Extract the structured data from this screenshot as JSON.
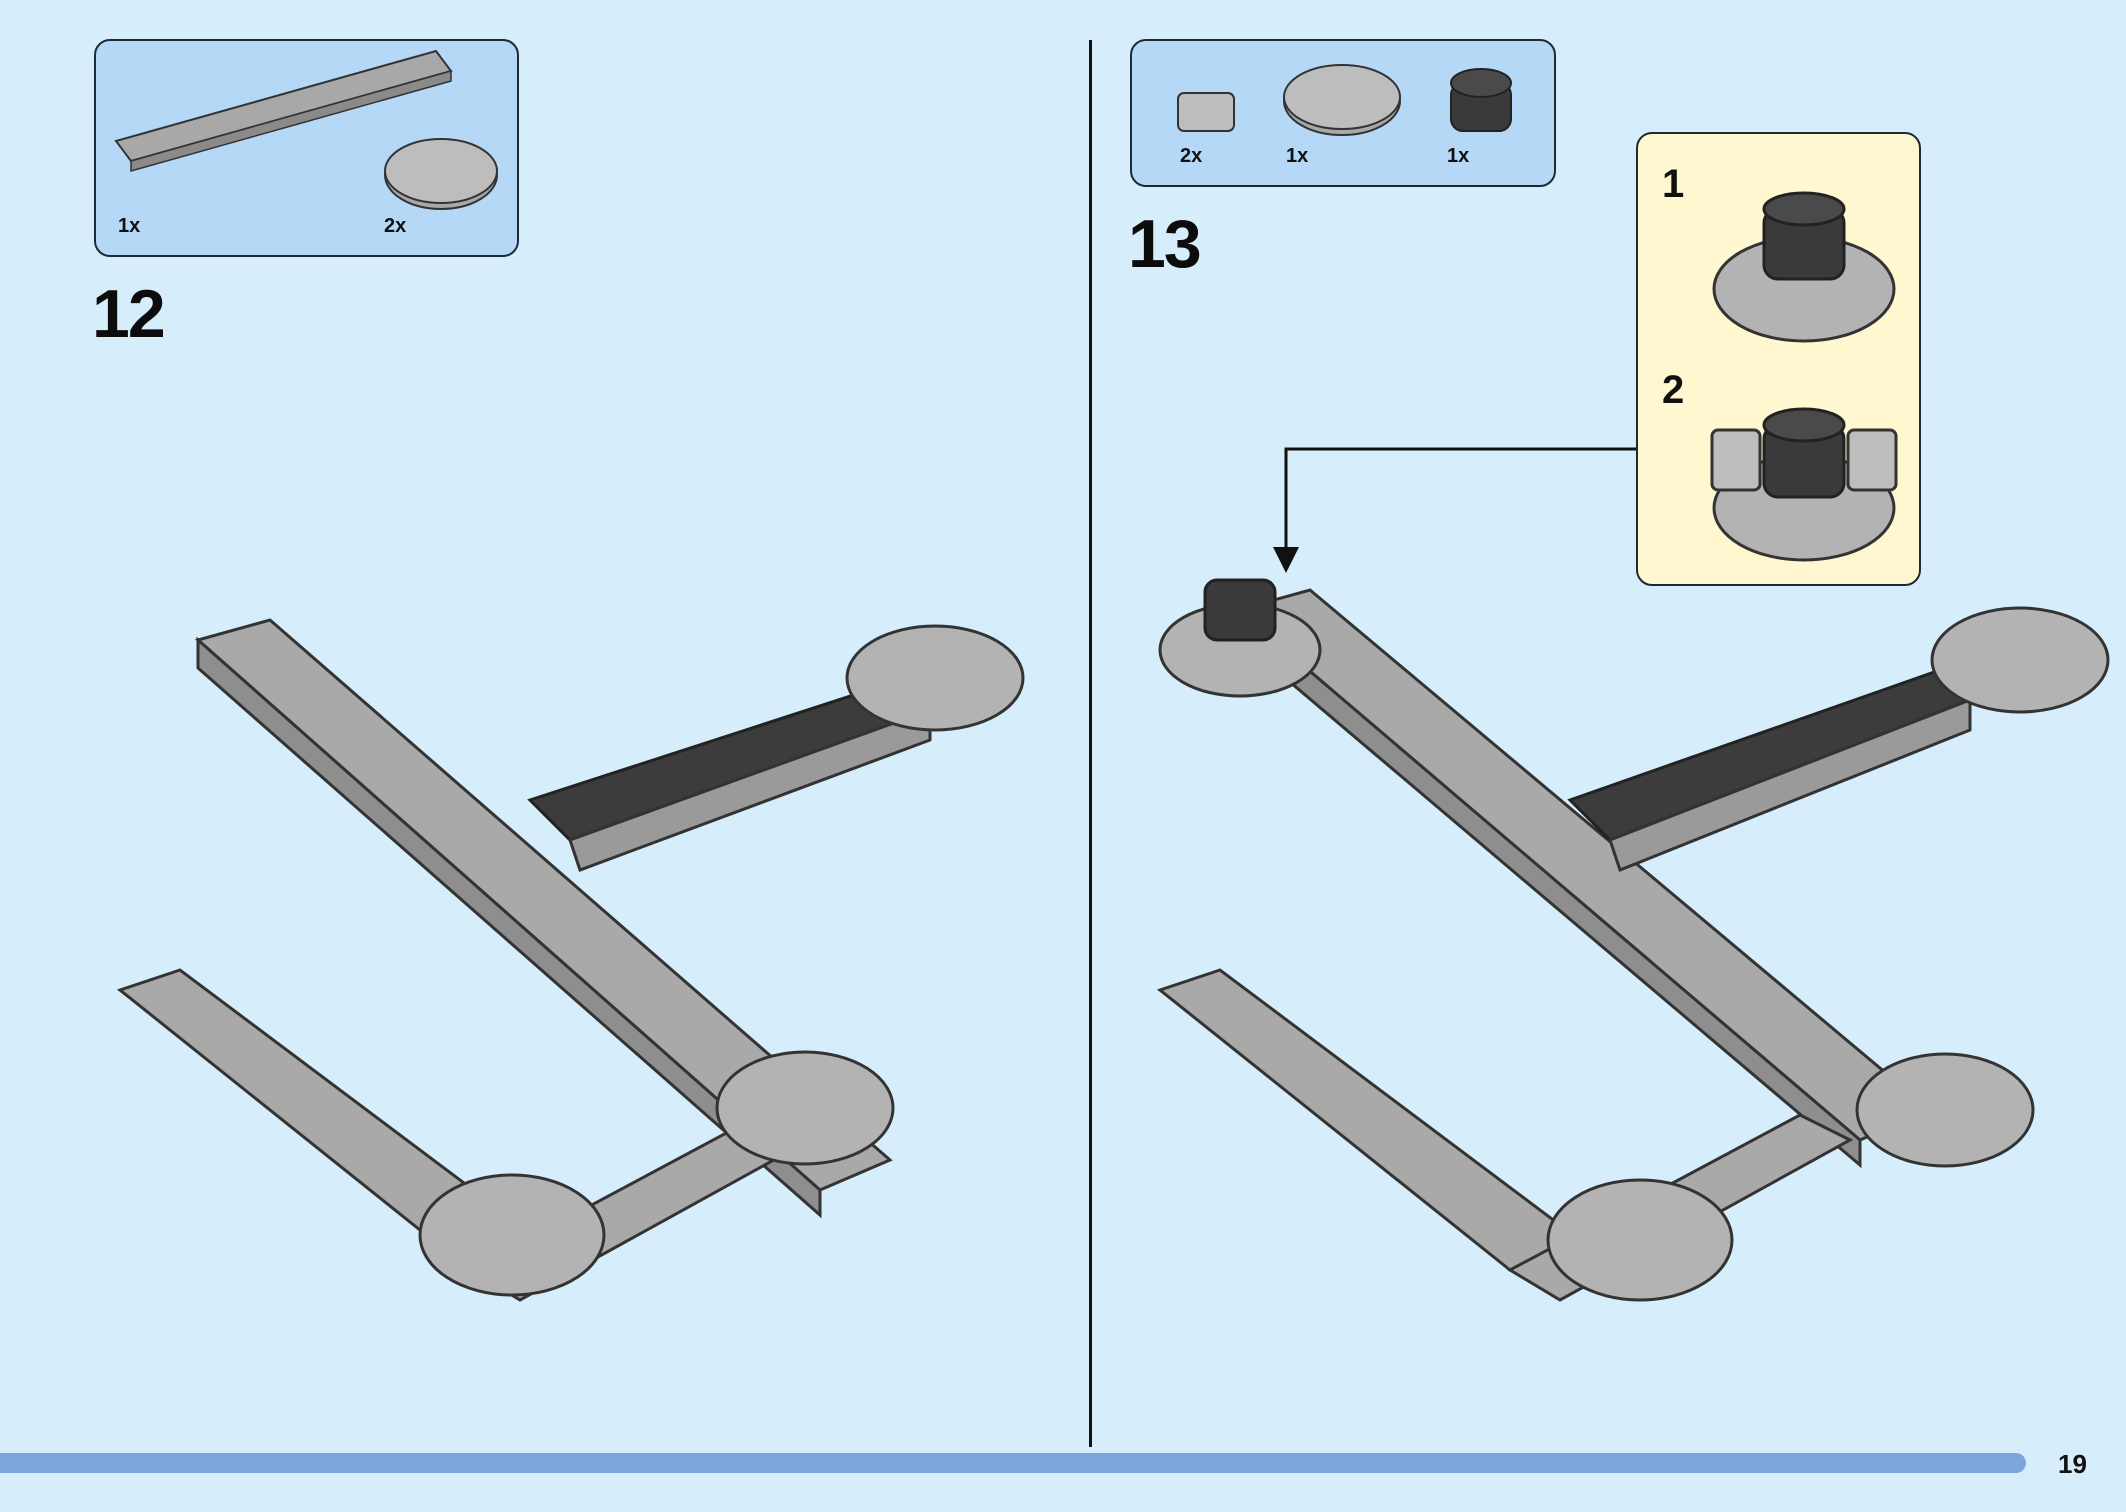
{
  "step12": {
    "number": "12",
    "parts": [
      {
        "qty": "1x",
        "name": "plate-2x12",
        "color": "#b8b8b8"
      },
      {
        "qty": "2x",
        "name": "round-plate-4x4",
        "color": "#b8b8b8"
      }
    ]
  },
  "step13": {
    "number": "13",
    "parts": [
      {
        "qty": "2x",
        "name": "curved-brick",
        "color": "#b8b8b8"
      },
      {
        "qty": "1x",
        "name": "round-plate-4x4",
        "color": "#b8b8b8"
      },
      {
        "qty": "1x",
        "name": "round-brick-2x2",
        "color": "#3a3a3a"
      }
    ],
    "callout": {
      "substeps": [
        {
          "number": "1"
        },
        {
          "number": "2"
        }
      ]
    }
  },
  "page": {
    "number": "19"
  },
  "colors": {
    "background": "#d6edfb",
    "parts_box": "#b5d8f6",
    "callout": "#fff7cf",
    "light_gray_brick": "#a9a9a9",
    "dark_gray_brick": "#3a3a3a",
    "progress_bar": "#7fa6dc"
  }
}
